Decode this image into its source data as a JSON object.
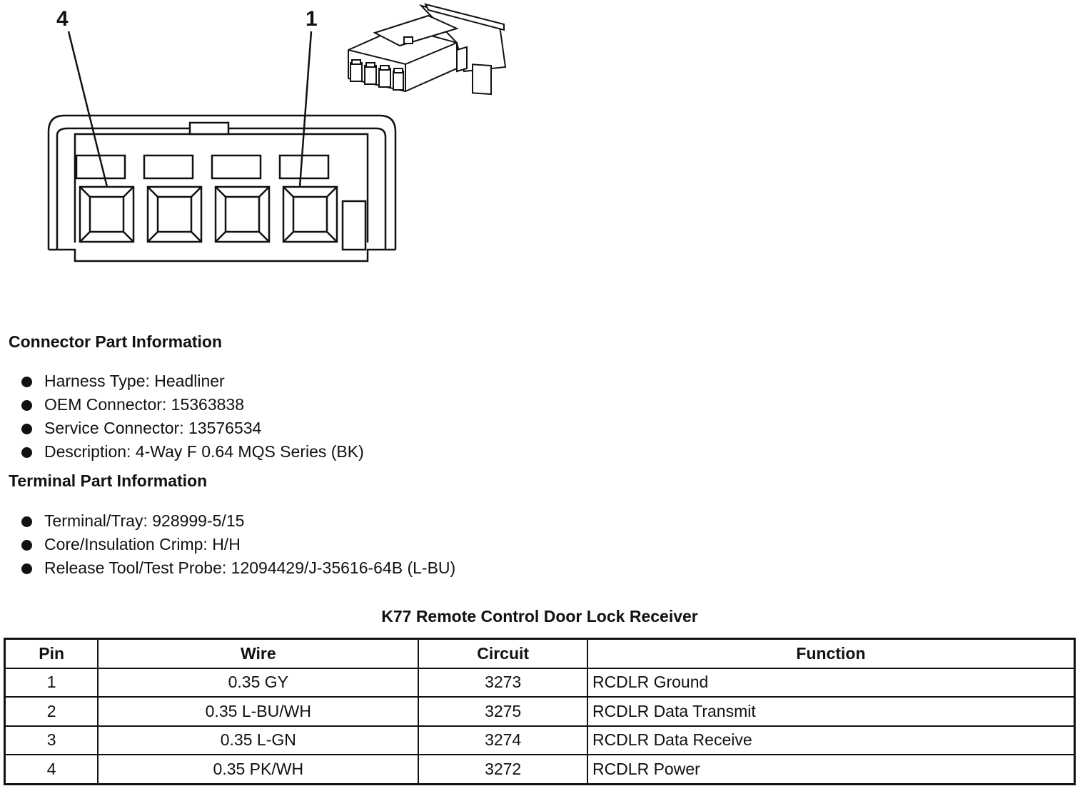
{
  "diagram": {
    "callouts": [
      "4",
      "1"
    ]
  },
  "connector_info": {
    "heading": "Connector Part Information",
    "items": [
      "Harness Type: Headliner",
      "OEM Connector: 15363838",
      "Service Connector: 13576534",
      "Description: 4-Way F 0.64 MQS Series (BK)"
    ]
  },
  "terminal_info": {
    "heading": "Terminal Part Information",
    "items": [
      "Terminal/Tray: 928999-5/15",
      "Core/Insulation Crimp: H/H",
      "Release Tool/Test Probe: 12094429/J-35616-64B (L-BU)"
    ]
  },
  "table": {
    "title": "K77 Remote Control Door Lock Receiver",
    "headers": [
      "Pin",
      "Wire",
      "Circuit",
      "Function"
    ],
    "rows": [
      [
        "1",
        "0.35 GY",
        "3273",
        "RCDLR Ground"
      ],
      [
        "2",
        "0.35 L-BU/WH",
        "3275",
        "RCDLR Data Transmit"
      ],
      [
        "3",
        "0.35 L-GN",
        "3274",
        "RCDLR Data Receive"
      ],
      [
        "4",
        "0.35 PK/WH",
        "3272",
        "RCDLR Power"
      ]
    ]
  }
}
